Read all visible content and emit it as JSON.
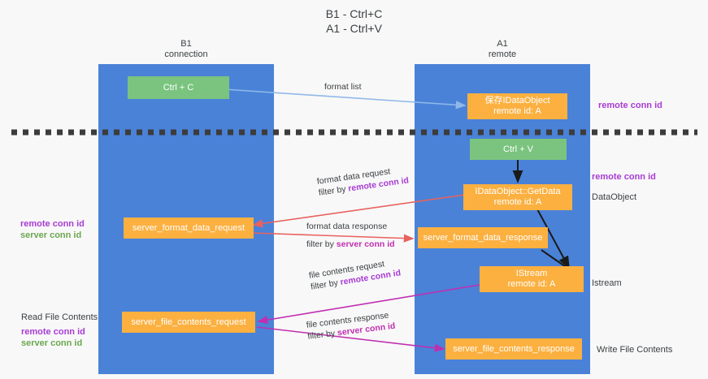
{
  "title": "B1 - Ctrl+C\nA1 - Ctrl+V",
  "columns": [
    {
      "name": "b1",
      "label": "B1\nconnection"
    },
    {
      "name": "a1",
      "label": "A1\nremote"
    }
  ],
  "nodes": [
    {
      "id": "ctrl-c",
      "label": "Ctrl + C",
      "color": "green"
    },
    {
      "id": "save-idataobject",
      "label": "保存IDataObject\nremote id: A",
      "color": "orange"
    },
    {
      "id": "ctrl-v",
      "label": "Ctrl + V",
      "color": "green"
    },
    {
      "id": "idataobject-getdata",
      "label": "IDataObject::GetData\nremote id: A",
      "color": "orange"
    },
    {
      "id": "server-format-data-request",
      "label": "server_format_data_request",
      "color": "orange"
    },
    {
      "id": "server-format-data-response",
      "label": "server_format_data_response",
      "color": "orange"
    },
    {
      "id": "istream",
      "label": "IStream\nremote id: A",
      "color": "orange"
    },
    {
      "id": "server-file-contents-request",
      "label": "server_file_contents_request",
      "color": "orange"
    },
    {
      "id": "server-file-contents-response",
      "label": "server_file_contents_response",
      "color": "orange"
    }
  ],
  "edge_labels": [
    {
      "id": "format-list",
      "line1": "format list",
      "line2": "",
      "line2_accent": ""
    },
    {
      "id": "format-data-request",
      "line1": "format data request",
      "line2": "filter by ",
      "line2_accent": "remote conn id"
    },
    {
      "id": "format-data-response",
      "line1": "format data response",
      "line2": "filter by ",
      "line2_accent": "server conn id"
    },
    {
      "id": "file-contents-request",
      "line1": "file contents request",
      "line2": "filter by ",
      "line2_accent": "remote conn id"
    },
    {
      "id": "file-contents-response",
      "line1": "file contents response",
      "line2": "filter by ",
      "line2_accent": "server conn id"
    }
  ],
  "side_labels": {
    "right": [
      {
        "id": "right-remote-conn-id-top",
        "text": "remote conn id",
        "color": "purple"
      },
      {
        "id": "right-remote-conn-id-mid",
        "text": "remote conn id",
        "color": "purple"
      },
      {
        "id": "right-dataobject",
        "text": "DataObject",
        "color": "dark"
      },
      {
        "id": "right-istream",
        "text": "Istream",
        "color": "dark"
      },
      {
        "id": "right-write-file-contents",
        "text": "Write File Contents",
        "color": "dark"
      }
    ],
    "left": [
      {
        "id": "left-remote-conn-id",
        "text": "remote conn id",
        "color": "purple"
      },
      {
        "id": "left-server-conn-id",
        "text": "server conn id",
        "color": "green"
      },
      {
        "id": "left-read-file-contents",
        "text": "Read File Contents",
        "color": "dark"
      },
      {
        "id": "left-remote-conn-id-2",
        "text": "remote conn id",
        "color": "purple"
      },
      {
        "id": "left-server-conn-id-2",
        "text": "server conn id",
        "color": "green"
      }
    ]
  },
  "colors": {
    "lane": "#4a82d8",
    "node_orange": "#fbb040",
    "node_green": "#7ac47f",
    "arrow_blue": "#8fb8e8",
    "arrow_red": "#e8625f",
    "arrow_magenta": "#c02fb0",
    "arrow_black": "#1a1a1a",
    "divider": "#3c3c3c",
    "purple_text": "#a83bd4",
    "green_text": "#6aa84f"
  }
}
